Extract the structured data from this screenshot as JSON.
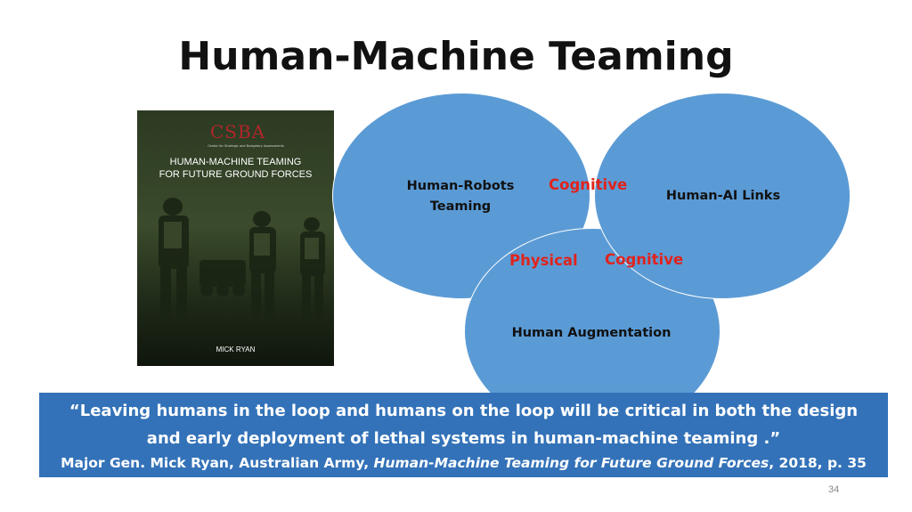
{
  "title": "Human-Machine Teaming",
  "book_cover": {
    "logo": "CSBA",
    "logo_subtitle": "Center for Strategic and Budgetary Assessments",
    "title_line1": "HUMAN-MACHINE TEAMING",
    "title_line2": "FOR FUTURE GROUND FORCES",
    "author": "MICK RYAN"
  },
  "diagram": {
    "circles": [
      {
        "label_line1": "Human-Robots",
        "label_line2": "Teaming"
      },
      {
        "label_line1": "Human-AI Links"
      },
      {
        "label_line1": "Human Augmentation"
      }
    ],
    "overlaps": {
      "robots_ai": "Cognitive",
      "robots_augmentation": "Physical",
      "ai_augmentation": "Cognitive"
    },
    "colors": {
      "circle_fill": "#5b9bd5",
      "overlap_text": "#e0231c"
    }
  },
  "quote": {
    "open_mark": "“",
    "line1": "Leaving humans in the loop and humans on the loop will be critical in both the design",
    "line2": "and early deployment of lethal systems in human-machine teaming .”",
    "attribution_prefix": "Major Gen. Mick Ryan, Australian Army, ",
    "attribution_title": "Human-Machine Teaming for Future Ground Forces",
    "attribution_suffix": ", 2018, p. 35",
    "background": "#3372b8"
  },
  "page_number": "34"
}
